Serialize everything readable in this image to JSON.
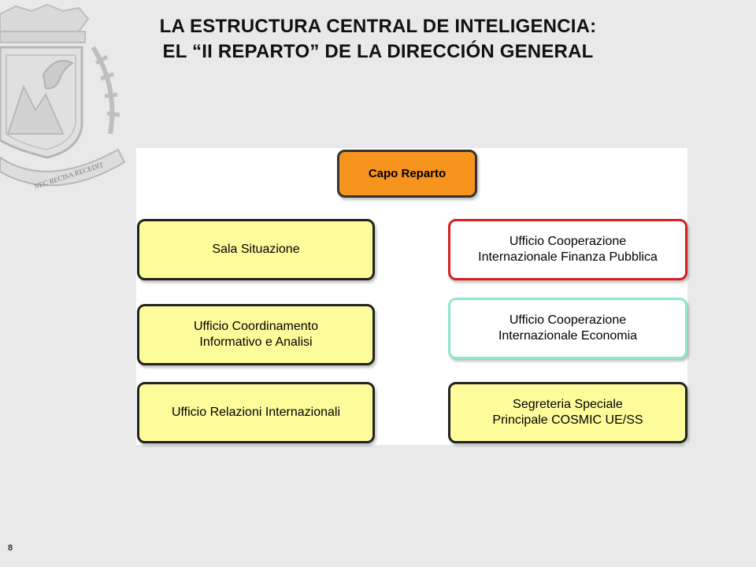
{
  "slide": {
    "title_line1": "LA ESTRUCTURA CENTRAL DE INTELIGENCIA:",
    "title_line2": "EL “II REPARTO” DE LA DIRECCIÓN GENERAL",
    "page_number": "8"
  },
  "emblem": {
    "motto": "NEC RECISA RECEDIT"
  },
  "org_chart": {
    "head": {
      "lines": [
        "Capo Reparto"
      ]
    },
    "left_units": [
      {
        "lines": [
          "Sala Situazione"
        ]
      },
      {
        "lines": [
          "Ufficio Coordinamento",
          "Informativo e Analisi"
        ]
      },
      {
        "lines": [
          "Ufficio Relazioni Internazionali"
        ]
      }
    ],
    "right_units": [
      {
        "lines": [
          "Ufficio Cooperazione",
          "Internazionale Finanza Pubblica"
        ]
      },
      {
        "lines": [
          "Ufficio Cooperazione",
          "Internazionale Economia"
        ]
      },
      {
        "lines": [
          "Segreteria Speciale",
          "Principale COSMIC UE/SS"
        ]
      }
    ]
  },
  "colors": {
    "head_fill": "#f7941d",
    "unit_fill": "#fdfc9b",
    "red_border": "#d81e1e",
    "mint_border": "#8ee8c4"
  }
}
